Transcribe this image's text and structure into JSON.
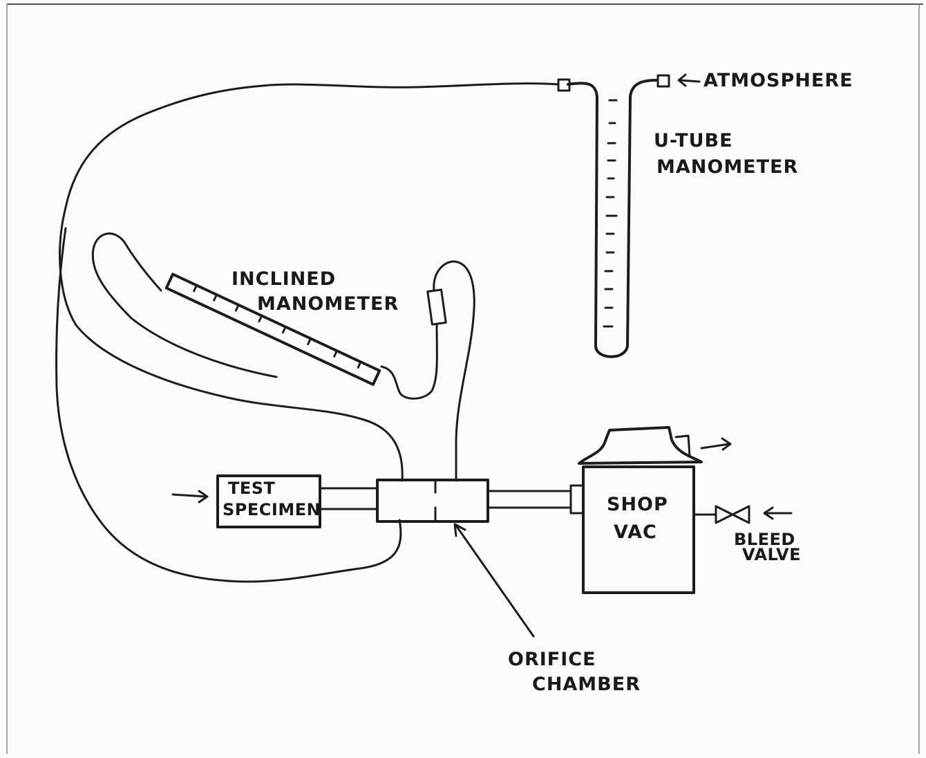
{
  "labels": {
    "atmosphere": "ATMOSPHERE",
    "u_tube_line1": "U-TUBE",
    "u_tube_line2": "MANOMETER",
    "inclined_line1": "INCLINED",
    "inclined_line2": "MANOMETER",
    "test_line1": "TEST",
    "test_line2": "SPECIMEN",
    "shop_line1": "SHOP",
    "shop_line2": "VAC",
    "bleed_line1": "BLEED",
    "bleed_line2": "VALVE",
    "orifice_line1": "ORIFICE",
    "orifice_line2": "CHAMBER"
  },
  "colors": {
    "ink": "#1c1c1c",
    "paper": "#fbfbfa"
  }
}
